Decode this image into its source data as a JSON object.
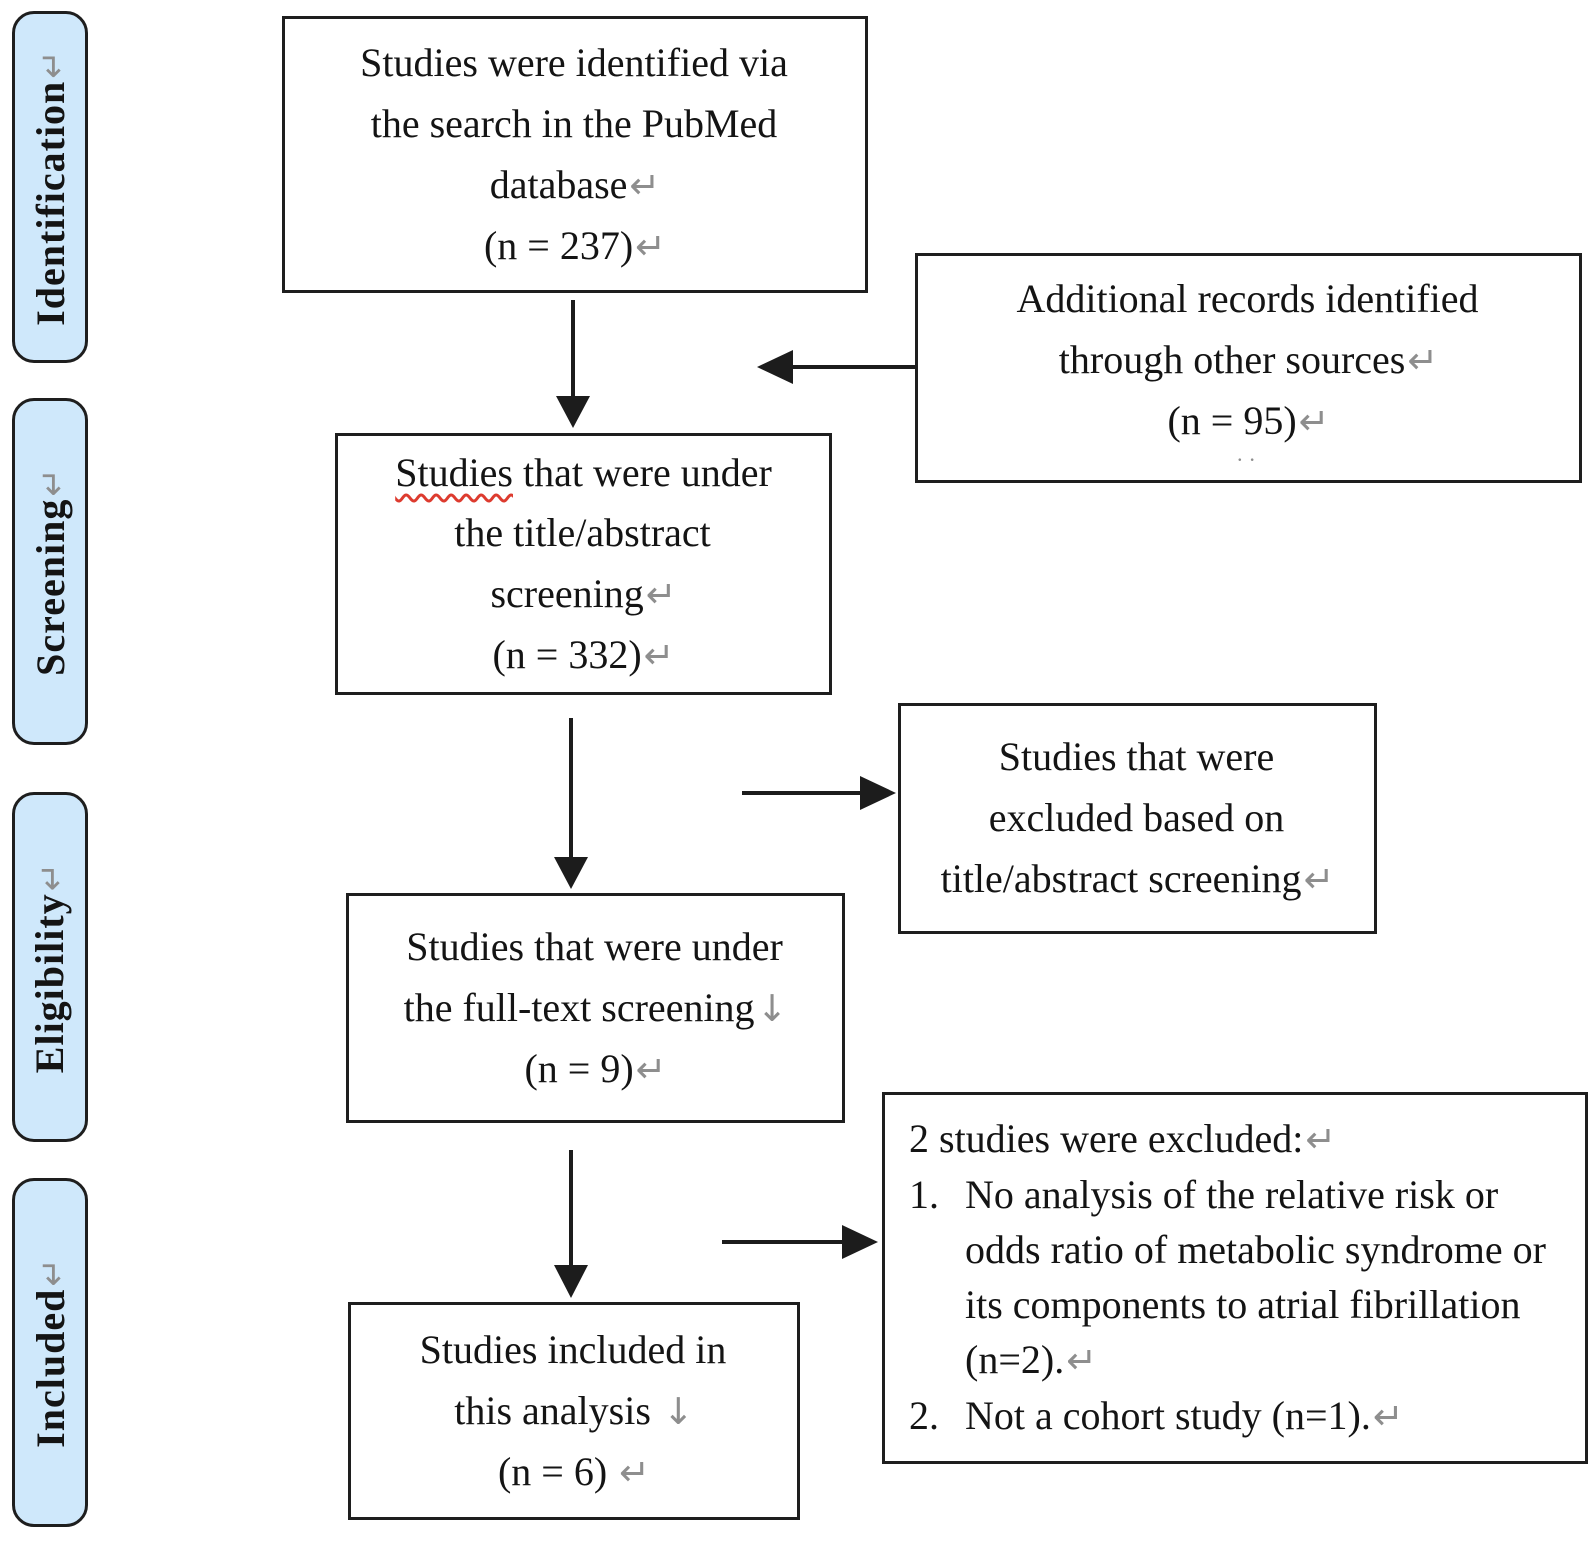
{
  "palette": {
    "stage_fill": "#cfe8fb",
    "box_border": "#1e1e1e",
    "text": "#141414",
    "mark_gray": "#8e8e8e",
    "squiggle_red": "#dd3b2f"
  },
  "stages": [
    {
      "label": "Identification",
      "mark": "↵"
    },
    {
      "label": "Screening",
      "mark": "↵"
    },
    {
      "label": "Eligibility",
      "mark": "↵"
    },
    {
      "label": "Included",
      "mark": "↵"
    }
  ],
  "boxes": {
    "identified": {
      "lines": [
        {
          "text": "Studies were identified via"
        },
        {
          "text": "the search in the PubMed"
        },
        {
          "text": "database",
          "mark": "↵"
        },
        {
          "text": "(n = 237)",
          "mark": "↵"
        }
      ]
    },
    "additional": {
      "lines": [
        {
          "text": "Additional records identified"
        },
        {
          "text": "through other sources",
          "mark": "↵"
        },
        {
          "text": "(n = 95)",
          "mark": "↵"
        }
      ],
      "artifact_dots": "··"
    },
    "screening": {
      "squiggle_word": "Studies",
      "lines": [
        {
          "text": " that were under"
        },
        {
          "text": "the title/abstract"
        },
        {
          "text": "screening",
          "mark": "↵"
        },
        {
          "text": "(n = 332)",
          "mark": "↵"
        }
      ]
    },
    "excluded_title_abstract": {
      "lines": [
        {
          "text": "Studies that were"
        },
        {
          "text": "excluded based on"
        },
        {
          "text": "title/abstract screening",
          "mark": "↵"
        }
      ]
    },
    "fulltext": {
      "lines": [
        {
          "text": "Studies that were under"
        },
        {
          "text": "the full-text screening",
          "mark": "↓"
        },
        {
          "text": "(n = 9)",
          "mark": "↵"
        }
      ]
    },
    "excluded_fulltext": {
      "header": {
        "text": "2 studies were excluded:",
        "mark": "↵"
      },
      "items": [
        {
          "num": "1.",
          "text": "No analysis of the relative risk or odds ratio of metabolic syndrome or its components to atrial fibrillation (n=2).",
          "mark": "↵"
        },
        {
          "num": "2.",
          "text": "Not a cohort study (n=1).",
          "mark": "↵"
        }
      ]
    },
    "included": {
      "lines": [
        {
          "text": "Studies included in"
        },
        {
          "text": "this analysis ",
          "mark": "↓"
        },
        {
          "text": "(n = 6) ",
          "mark": "↵"
        }
      ]
    }
  }
}
